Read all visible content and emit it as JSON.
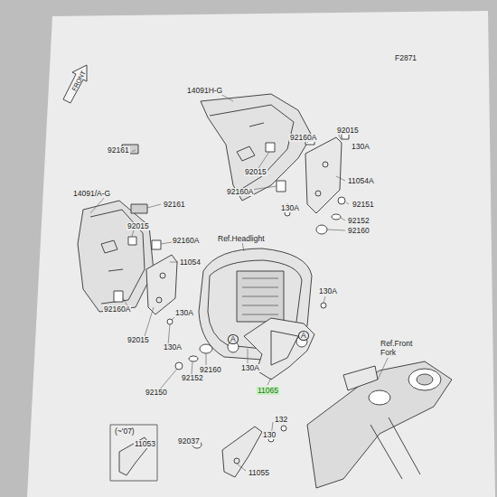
{
  "diagram": {
    "labels": [
      "F2871",
      "FRONT",
      "14091H-G",
      "92161",
      "92160A",
      "92015",
      "130A",
      "92015",
      "11054A",
      "92160A",
      "130A",
      "92151",
      "92152",
      "92160",
      "14091/A-G",
      "92161",
      "92015",
      "92160A",
      "Ref.Headlight",
      "11054",
      "130A",
      "92160A",
      "130A",
      "A",
      "A",
      "92015",
      "130A",
      "Ref.Front Fork",
      "130A",
      "92160",
      "92152",
      "92150",
      "11065",
      "(~'07)",
      "132",
      "130",
      "92037",
      "11053",
      "11055"
    ]
  }
}
